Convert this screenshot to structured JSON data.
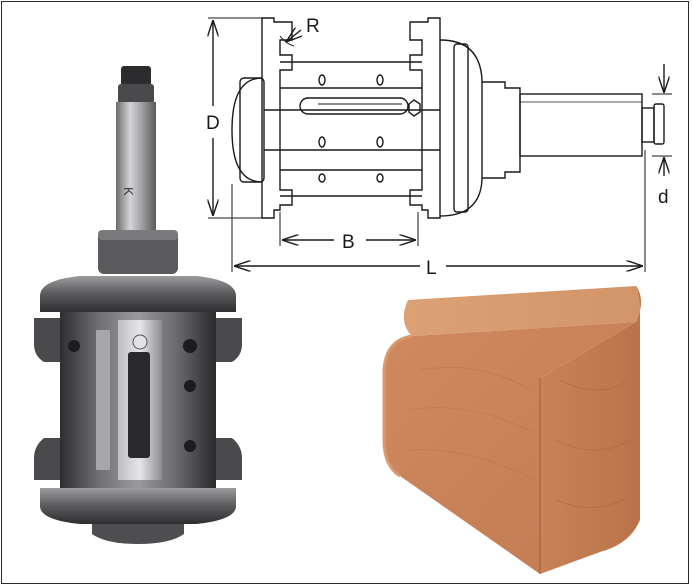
{
  "dimensions": {
    "radius": "R",
    "diameter": "D",
    "width": "B",
    "length": "L",
    "shank": "d"
  },
  "shank_marking": "K",
  "colors": {
    "line": "#1a1a1a",
    "steel_dark": "#3c3c3e",
    "steel_mid": "#8a8a8c",
    "steel_light": "#c9c9cb",
    "wood_face": "#c9845a",
    "wood_top": "#d99c6e",
    "wood_end": "#c07a50"
  }
}
